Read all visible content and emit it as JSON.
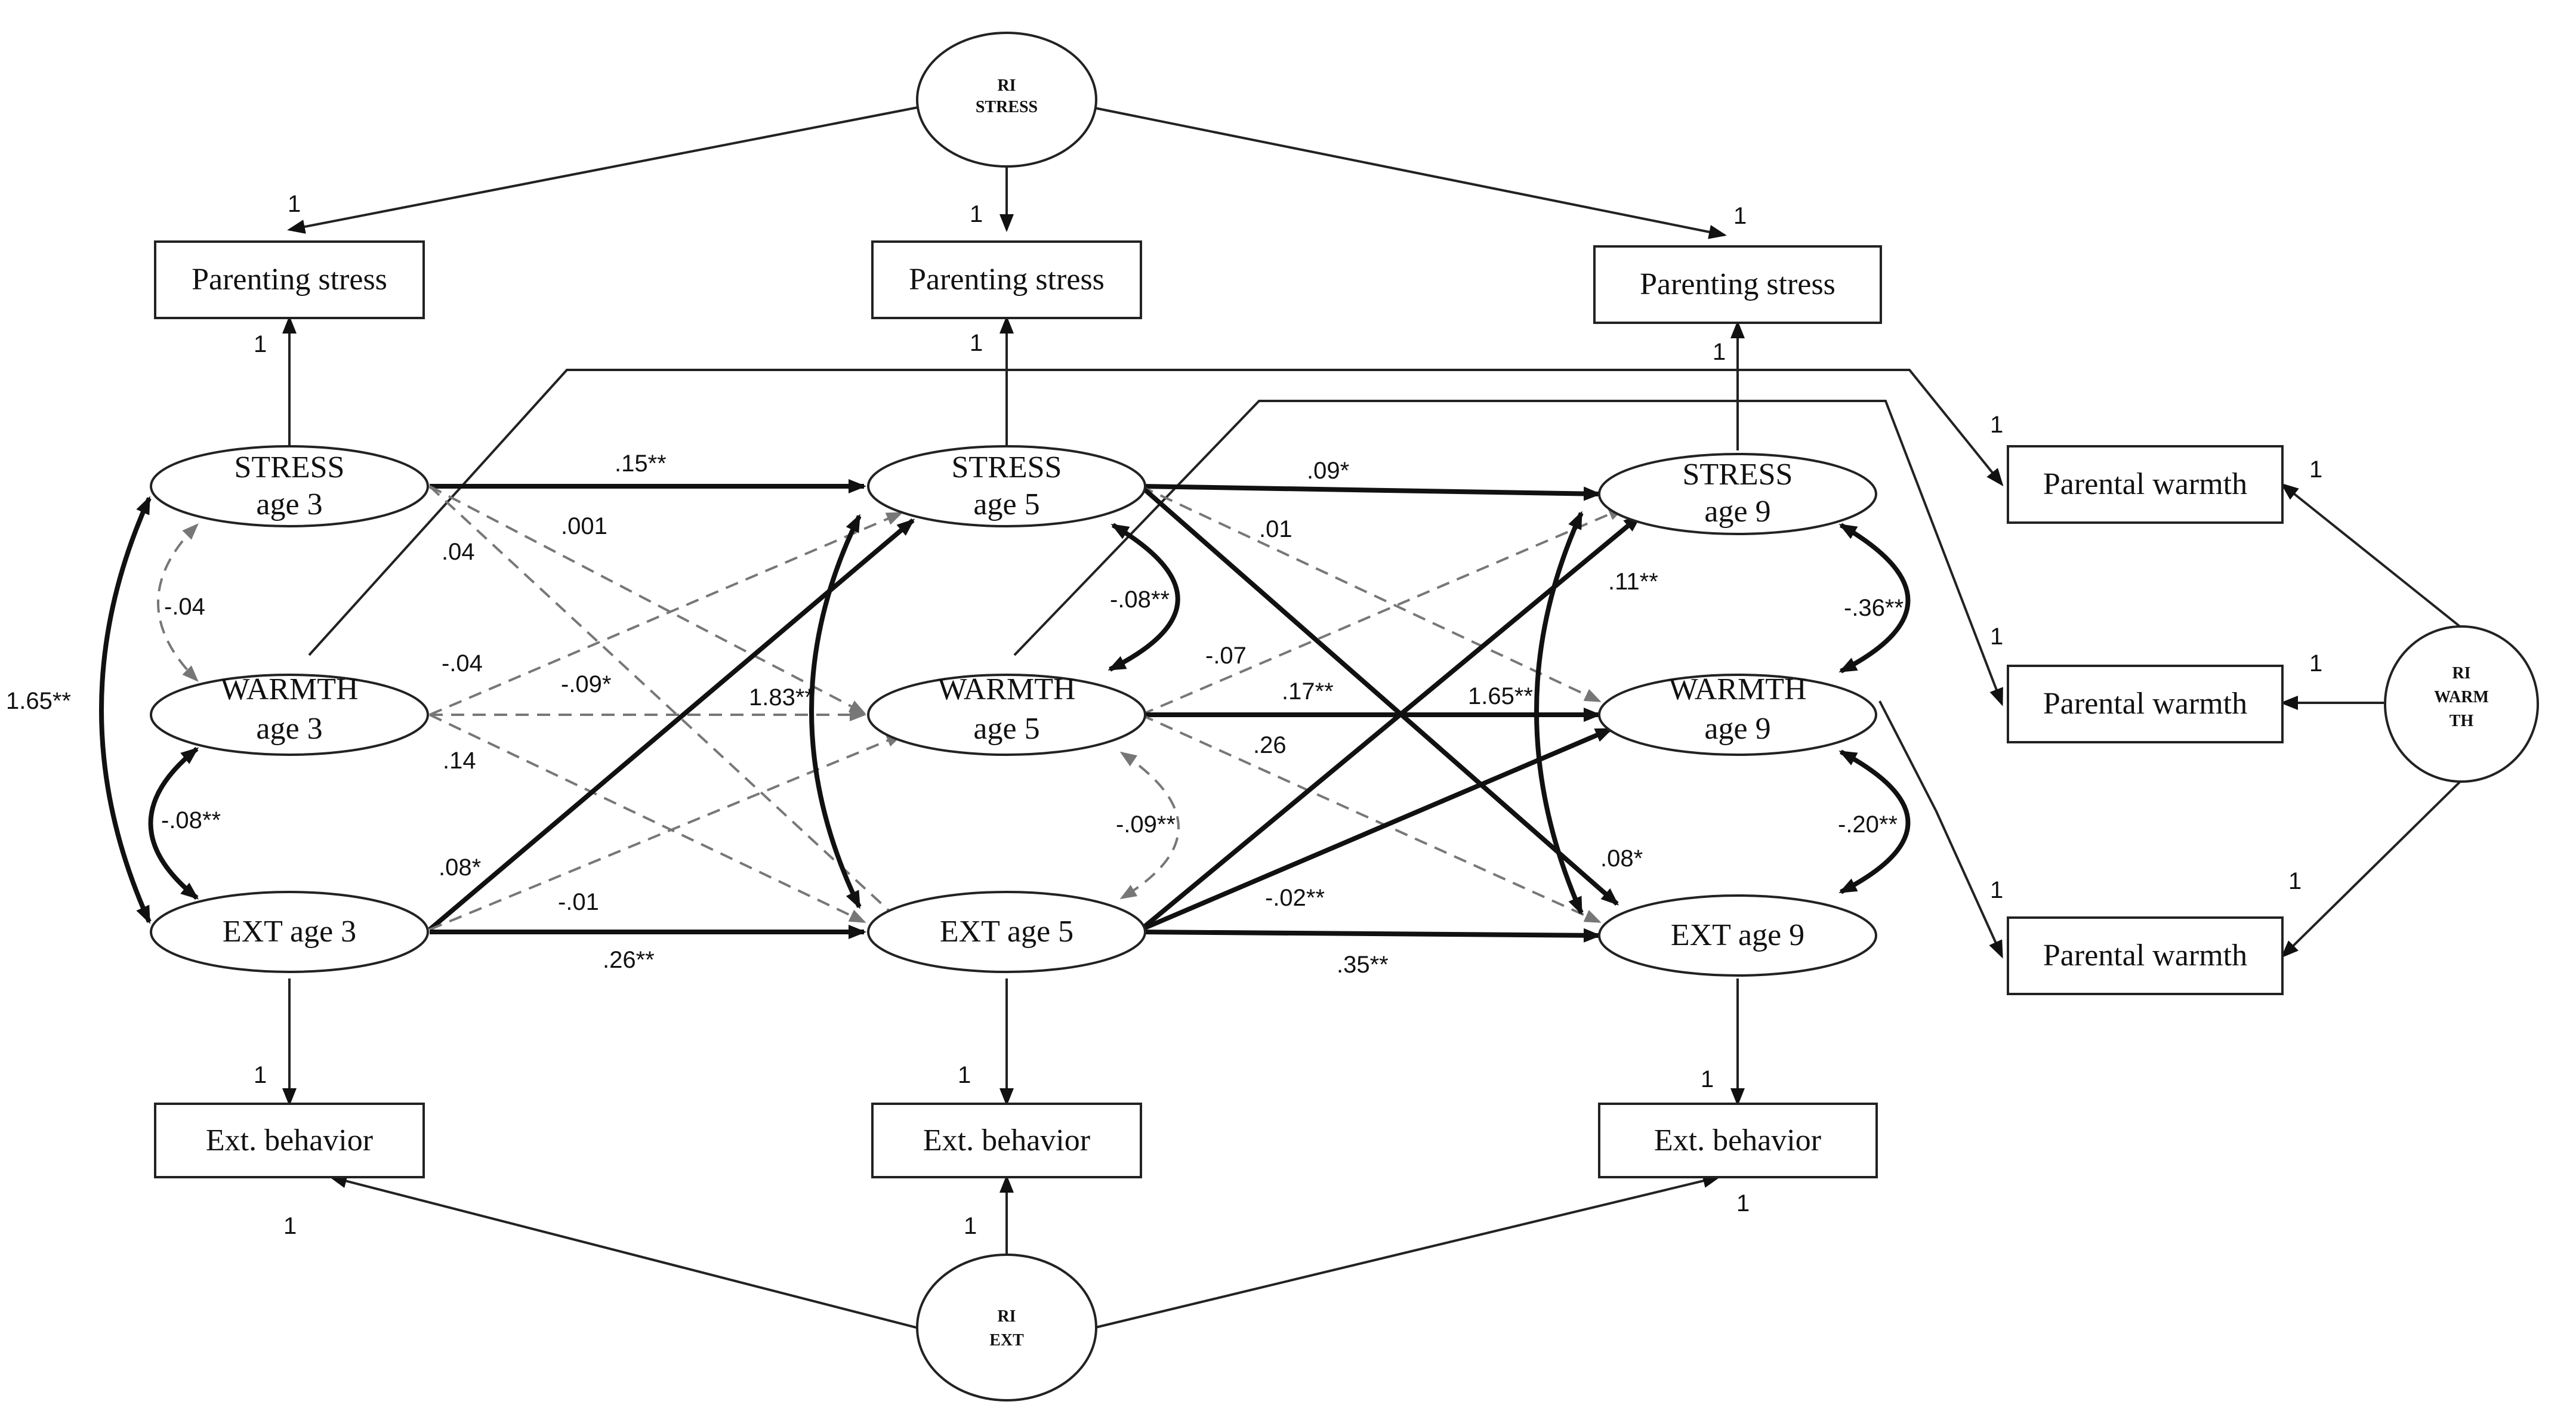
{
  "random_intercepts": {
    "stress": [
      "RI",
      "STRESS"
    ],
    "warmth": [
      "RI",
      "WARM",
      "TH"
    ],
    "ext": [
      "RI",
      "EXT"
    ]
  },
  "indicators": {
    "parenting_stress": "Parenting stress",
    "parental_warmth": "Parental warmth",
    "ext_behavior": "Ext. behavior"
  },
  "latents": {
    "stress3": [
      "STRESS",
      "age 3"
    ],
    "warmth3": [
      "WARMTH",
      "age 3"
    ],
    "ext3": [
      "EXT age 3"
    ],
    "stress5": [
      "STRESS",
      "age 5"
    ],
    "warmth5": [
      "WARMTH",
      "age 5"
    ],
    "ext5": [
      "EXT age 5"
    ],
    "stress9": [
      "STRESS",
      "age 9"
    ],
    "warmth9": [
      "WARMTH",
      "age 9"
    ],
    "ext9": [
      "EXT age 9"
    ]
  },
  "coefficients": {
    "loading": "1",
    "s3_s5": ".15**",
    "s3_w5": ".001",
    "s3_e5": ".04",
    "w3_s5": "-.04",
    "w3_w5": "-.09*",
    "w3_e5": ".14",
    "e3_s5": ".08*",
    "e3_w5": "-.01",
    "e3_e5": ".26**",
    "s5_s9": ".09*",
    "s5_w9": ".01",
    "s5_e9": "-.07",
    "w5_s9": ".11**",
    "w5_w9": ".17**",
    "w5_e9": ".26",
    "e5_s9": ".08*",
    "e5_w9": "-.02**",
    "e5_e9": ".35**",
    "cov_s3_w3": "-.04",
    "cov_w3_e3": "-.08**",
    "cov_s3_e3": "1.65**",
    "cov_s5_w5": "-.08**",
    "cov_w5_e5": "-.09**",
    "cov_s5_e5": "1.83**",
    "cov_s9_w9": "-.36**",
    "cov_w9_e9": "-.20**",
    "cov_s9_e9": "1.65**"
  }
}
